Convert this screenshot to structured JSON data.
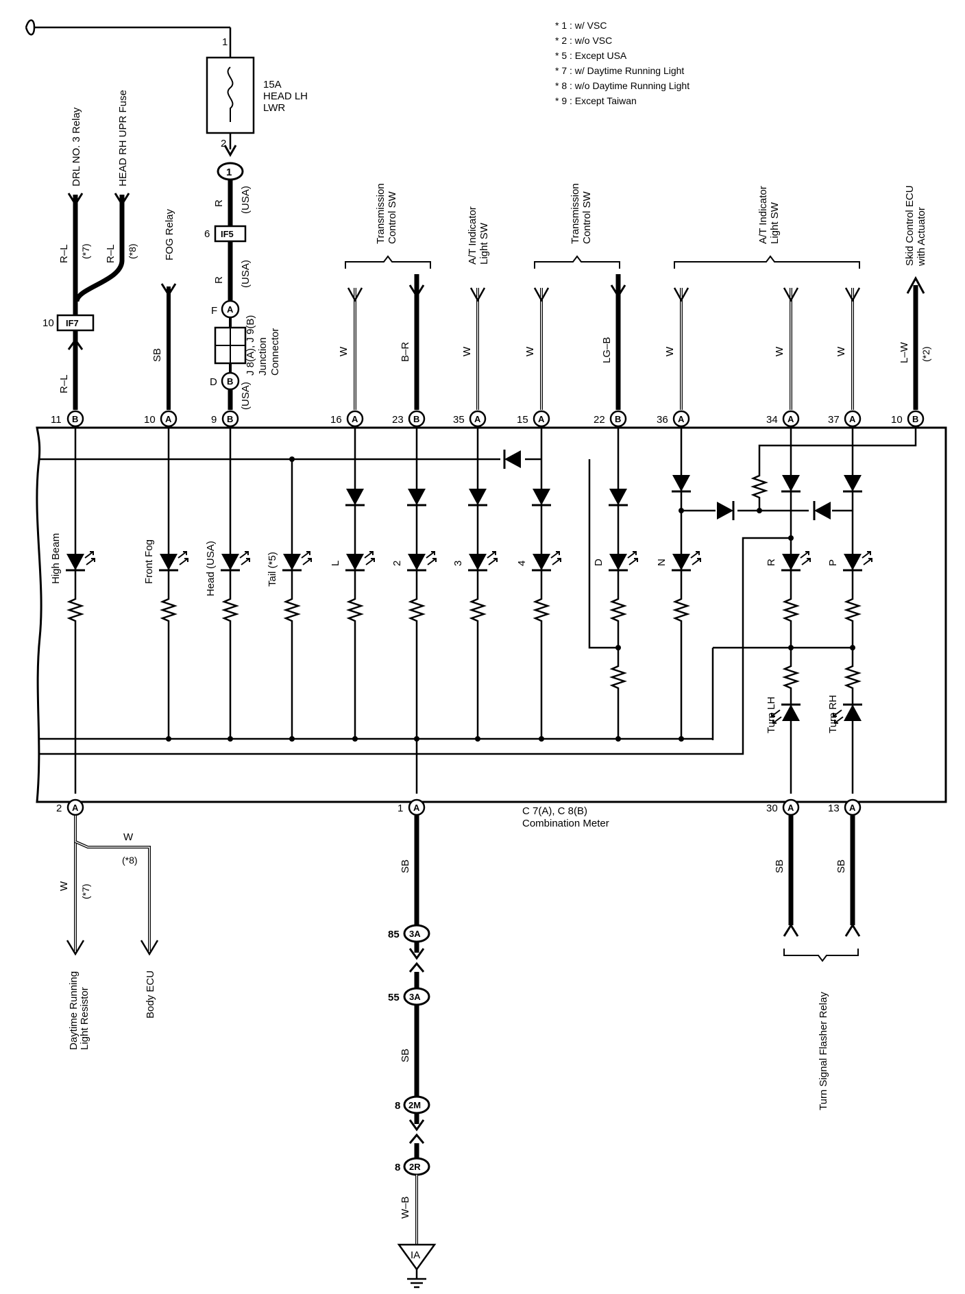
{
  "notes": [
    "* 1 : w/ VSC",
    "* 2 : w/o VSC",
    "* 5 : Except USA",
    "* 7 : w/ Daytime Running Light",
    "* 8 : w/o Daytime Running Light",
    "* 9 : Except Taiwan"
  ],
  "fuse": {
    "pin_top": "1",
    "pin_bottom": "2",
    "rating": "15A",
    "name1": "HEAD LH",
    "name2": "LWR"
  },
  "top_dest": {
    "drl_relay": "DRL NO. 3 Relay",
    "head_rh_fuse": "HEAD RH UPR Fuse",
    "fog_relay": "FOG Relay",
    "trans_sw_1": [
      "Transmission",
      "Control SW"
    ],
    "at_ind_1": [
      "A/T Indicator",
      "Light SW"
    ],
    "trans_sw_2": [
      "Transmission",
      "Control SW"
    ],
    "at_ind_2": [
      "A/T Indicator",
      "Light SW"
    ],
    "skid_ecu": [
      "Skid Control ECU",
      "with Actuator"
    ]
  },
  "wires": {
    "rl_a": "R–L",
    "rl_b": "R–L",
    "rl_c": "R–L",
    "star7": "(*7)",
    "star8": "(*8)",
    "star2": "(*2)",
    "sb": "SB",
    "r1": "R",
    "r2": "R",
    "usa1": "(USA)",
    "usa2": "(USA)",
    "usa3": "(USA)",
    "w1": "W",
    "br": "B–R",
    "w2": "W",
    "w3": "W",
    "lgb": "LG–B",
    "w4": "W",
    "w5": "W",
    "w6": "W",
    "lw": "L–W",
    "bot_w1": "W",
    "bot_w2": "W",
    "bot_star7": "(*7)",
    "bot_star8": "(*8)",
    "bot_sb1": "SB",
    "bot_sb2": "SB",
    "bot_sb3": "SB",
    "bot_sb4": "SB",
    "wb": "W–B"
  },
  "connectors": {
    "c1": "1",
    "if5": "IF5",
    "if5_pin": "6",
    "if7": "IF7",
    "if7_pin": "10",
    "ja_letter": "A",
    "ja_pin": "F",
    "jb_letter": "B",
    "jb_pin": "D",
    "junction": [
      "J 8(A), J 9(B)",
      "Junction",
      "Connector"
    ]
  },
  "top_pins": [
    {
      "num": "11",
      "letter": "B"
    },
    {
      "num": "10",
      "letter": "A"
    },
    {
      "num": "9",
      "letter": "B"
    },
    {
      "num": "16",
      "letter": "A"
    },
    {
      "num": "23",
      "letter": "B"
    },
    {
      "num": "35",
      "letter": "A"
    },
    {
      "num": "15",
      "letter": "A"
    },
    {
      "num": "22",
      "letter": "B"
    },
    {
      "num": "36",
      "letter": "A"
    },
    {
      "num": "34",
      "letter": "A"
    },
    {
      "num": "37",
      "letter": "A"
    },
    {
      "num": "10",
      "letter": "B"
    }
  ],
  "indicators": {
    "high_beam": "High Beam",
    "front_fog": "Front Fog",
    "head_usa": "Head (USA)",
    "tail": "Tail (*5)",
    "l": "L",
    "two": "2",
    "three": "3",
    "four": "4",
    "d": "D",
    "n": "N",
    "r": "R",
    "p": "P",
    "turn_lh": "Turn LH",
    "turn_rh": "Turn RH"
  },
  "bottom_pins": [
    {
      "num": "2",
      "letter": "A"
    },
    {
      "num": "1",
      "letter": "A"
    },
    {
      "num": "30",
      "letter": "A"
    },
    {
      "num": "13",
      "letter": "A"
    }
  ],
  "meter": {
    "name1": "C 7(A), C 8(B)",
    "name2": "Combination Meter"
  },
  "bottom_dest": {
    "drl_resistor": [
      "Daytime Running",
      "Light Resistor"
    ],
    "body_ecu": "Body ECU",
    "flasher": "Turn Signal Flasher Relay"
  },
  "ground": {
    "c85_pin": "85",
    "c85": "3A",
    "c55_pin": "55",
    "c55": "3A",
    "c2m_pin": "8",
    "c2m": "2M",
    "c2r_pin": "8",
    "c2r": "2R",
    "ground": "IA"
  }
}
